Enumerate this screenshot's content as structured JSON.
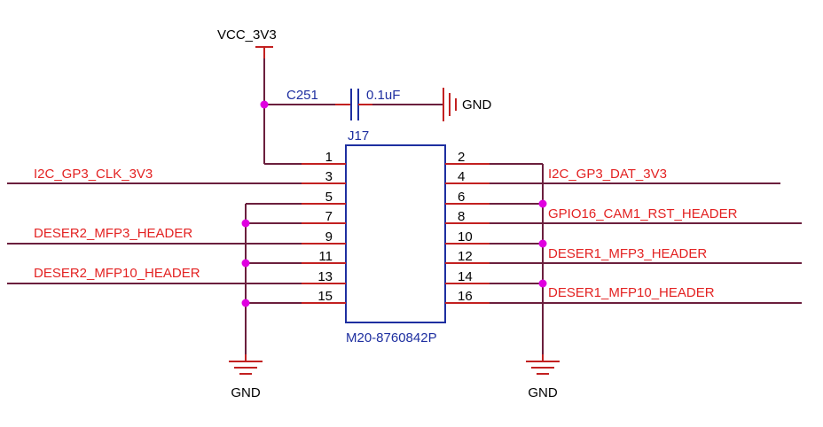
{
  "power": {
    "vcc_label": "VCC_3V3",
    "gnd_label": "GND"
  },
  "capacitor": {
    "ref": "C251",
    "value": "0.1uF",
    "gnd_label": "GND"
  },
  "connector": {
    "ref": "J17",
    "part": "M20-8760842P",
    "left_pins": [
      "1",
      "3",
      "5",
      "7",
      "9",
      "11",
      "13",
      "15"
    ],
    "right_pins": [
      "2",
      "4",
      "6",
      "8",
      "10",
      "12",
      "14",
      "16"
    ]
  },
  "nets": {
    "i2c_clk": "I2C_GP3_CLK_3V3",
    "i2c_dat": "I2C_GP3_DAT_3V3",
    "deser2_mfp3": "DESER2_MFP3_HEADER",
    "deser2_mfp10": "DESER2_MFP10_HEADER",
    "gpio16": "GPIO16_CAM1_RST_HEADER",
    "deser1_mfp3": "DESER1_MFP3_HEADER",
    "deser1_mfp10": "DESER1_MFP10_HEADER"
  },
  "ground": {
    "left_label": "GND",
    "right_label": "GND"
  },
  "colors": {
    "wire": "#6b1f3d",
    "pin": "#c22020",
    "net_label": "#e32222",
    "part": "#1e2fa0",
    "junction": "#e000e0"
  }
}
